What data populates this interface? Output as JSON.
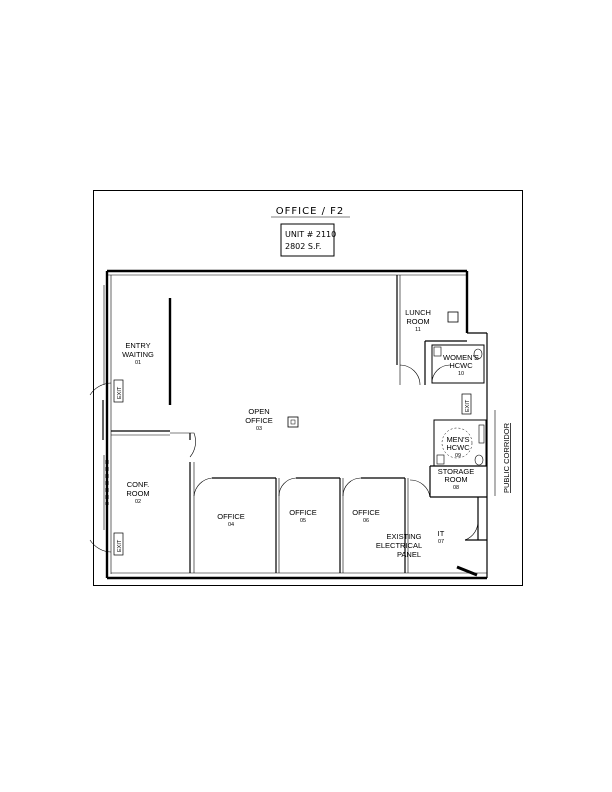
{
  "title": "OFFICE / F2",
  "unit": {
    "line1": "UNIT # 2110",
    "line2": "2802 S.F."
  },
  "corridor_label": "PUBLIC CORRIDOR",
  "exit_label": "EXIT",
  "rooms": {
    "entry": {
      "name1": "ENTRY",
      "name2": "WAITING",
      "num": "01"
    },
    "conf": {
      "name1": "CONF.",
      "name2": "ROOM",
      "num": "02"
    },
    "open": {
      "name1": "OPEN",
      "name2": "OFFICE",
      "num": "03"
    },
    "office04": {
      "name1": "OFFICE",
      "num": "04"
    },
    "office05": {
      "name1": "OFFICE",
      "num": "05"
    },
    "office06": {
      "name1": "OFFICE",
      "num": "06"
    },
    "it": {
      "name1": "IT",
      "num": "07"
    },
    "storage": {
      "name1": "STORAGE",
      "name2": "ROOM",
      "num": "08"
    },
    "mens": {
      "name1": "MEN'S",
      "name2": "HCWC",
      "num": "09"
    },
    "womens": {
      "name1": "WOMEN'S",
      "name2": "HCWC",
      "num": "10"
    },
    "lunch": {
      "name1": "LUNCH",
      "name2": "ROOM",
      "num": "11"
    },
    "panel": {
      "name1": "EXISTING",
      "name2": "ELECTRICAL",
      "name3": "PANEL"
    }
  }
}
